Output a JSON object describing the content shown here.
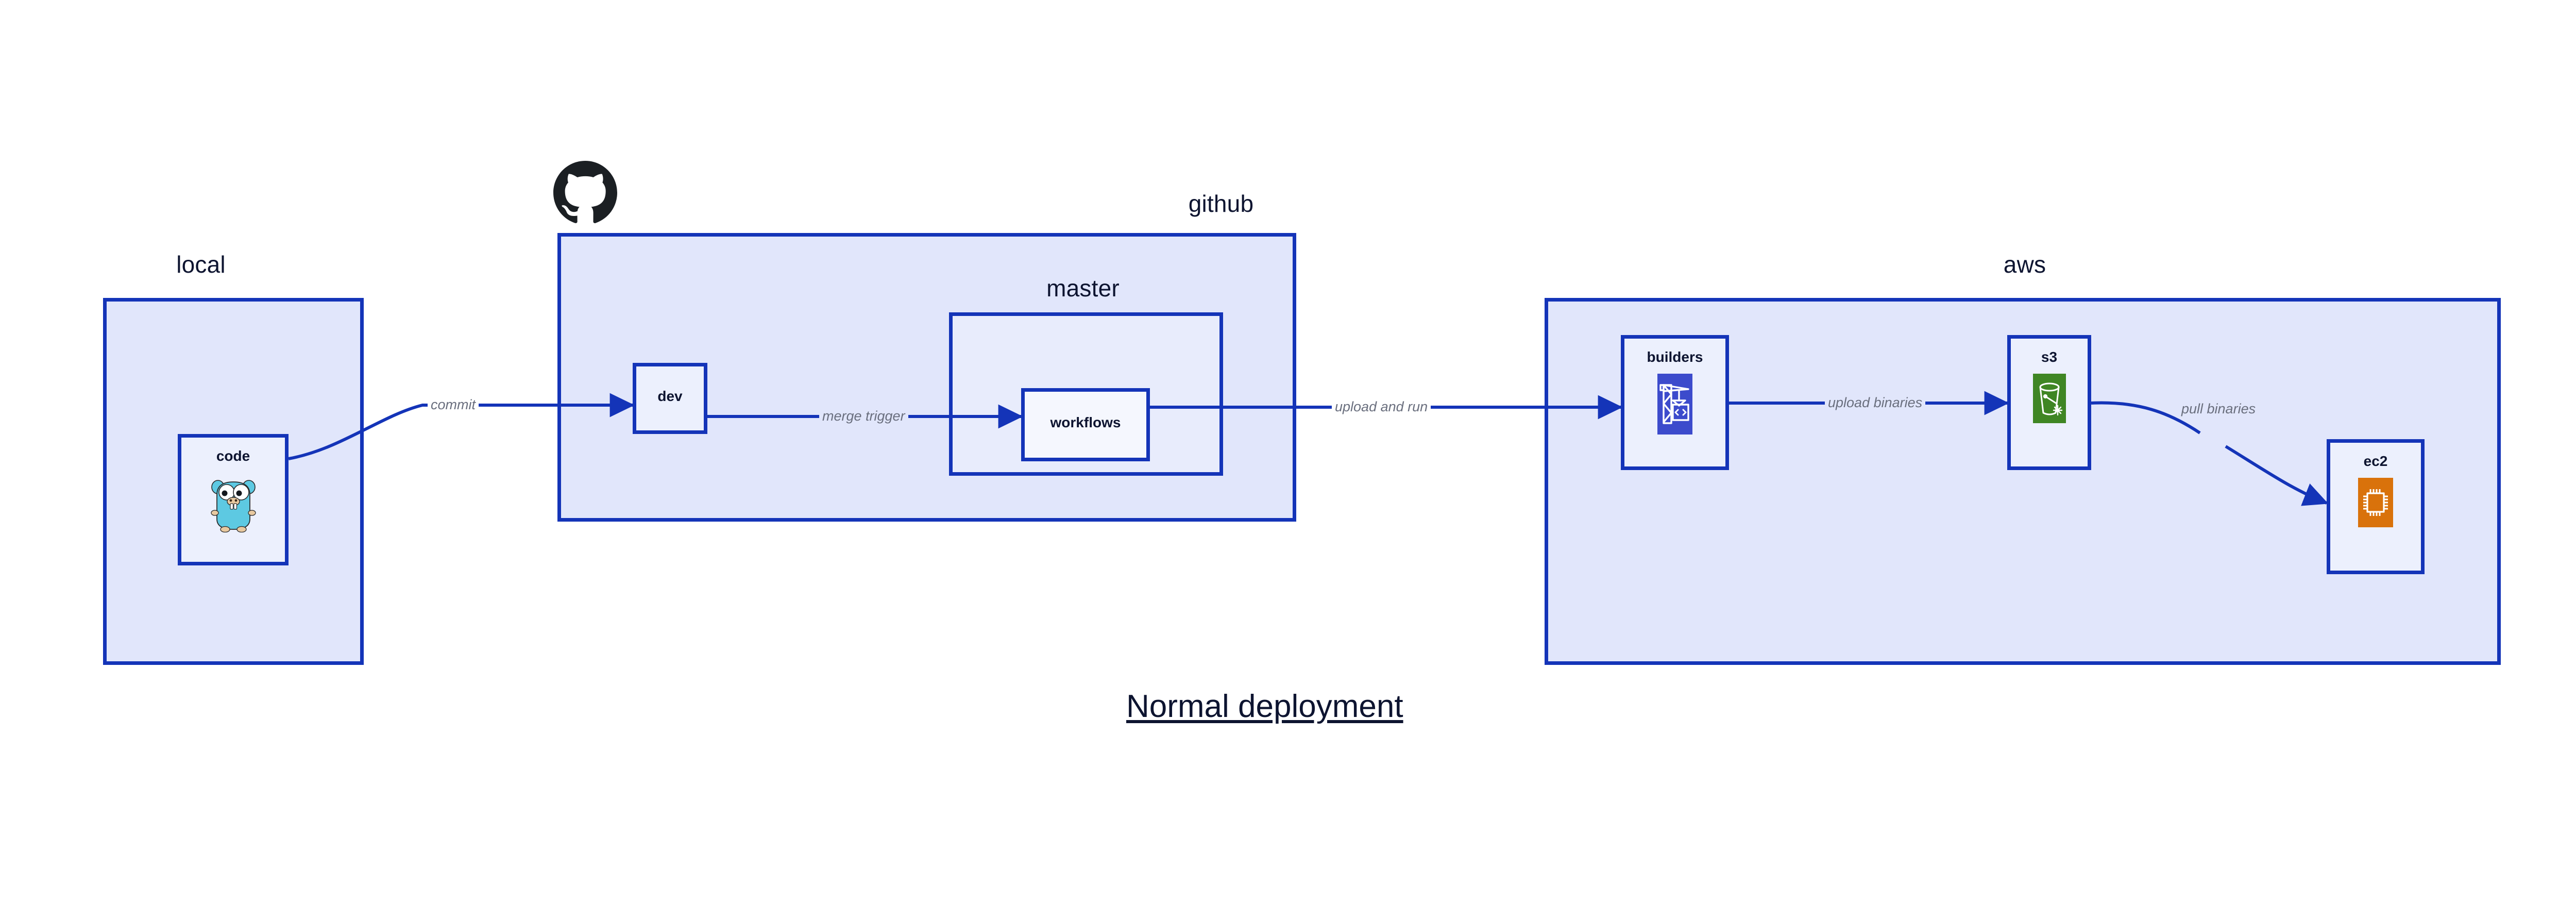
{
  "diagram": {
    "title": "Normal deployment",
    "background_color": "#ffffff",
    "accent_color": "#1434b8",
    "group_fill": "#e1e6fb",
    "subgroup_fill": "#e8ecfc",
    "node_fill": "#ecf0fd",
    "label_color": "#0d1430",
    "edge_label_color": "#6a6f7e"
  },
  "groups": [
    {
      "id": "local",
      "label": "local"
    },
    {
      "id": "github",
      "label": "github"
    },
    {
      "id": "master",
      "label": "master"
    },
    {
      "id": "aws",
      "label": "aws"
    }
  ],
  "nodes": [
    {
      "id": "code",
      "label": "code",
      "icon": "go-gopher-icon",
      "icon_color": "#5dc9e2"
    },
    {
      "id": "dev",
      "label": "dev",
      "icon": "none",
      "icon_color": ""
    },
    {
      "id": "workflows",
      "label": "workflows",
      "icon": "none",
      "icon_color": ""
    },
    {
      "id": "builders",
      "label": "builders",
      "icon": "aws-codebuild-icon",
      "icon_color": "#3c4bcc"
    },
    {
      "id": "s3",
      "label": "s3",
      "icon": "aws-s3-glacier-icon",
      "icon_color": "#3f8624"
    },
    {
      "id": "ec2",
      "label": "ec2",
      "icon": "aws-ec2-icon",
      "icon_color": "#d9720b"
    }
  ],
  "edges": [
    {
      "id": "commit",
      "from": "code",
      "to": "dev",
      "label": "commit"
    },
    {
      "id": "merge-trigger",
      "from": "dev",
      "to": "workflows",
      "label": "merge trigger"
    },
    {
      "id": "upload-and-run",
      "from": "workflows",
      "to": "builders",
      "label": "upload and run"
    },
    {
      "id": "upload-binaries",
      "from": "builders",
      "to": "s3",
      "label": "upload binaries"
    },
    {
      "id": "pull-binaries",
      "from": "s3",
      "to": "ec2",
      "label": "pull binaries"
    }
  ],
  "logos": [
    {
      "id": "github-logo",
      "name": "github-octocat-icon",
      "color": "#1b1f23"
    }
  ]
}
